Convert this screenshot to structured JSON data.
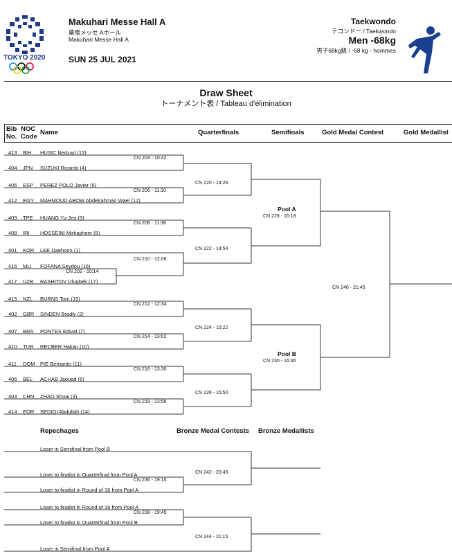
{
  "header": {
    "venue": "Makuhari Messe Hall A",
    "venue_jp": "幕張メッセ Aホール",
    "venue_sub": "Makuhari Messe Hall A",
    "date": "SUN 25 JUL 2021",
    "logo_text": "TOKYO 2020",
    "sport": "Taekwondo",
    "sport_sub": "テコンドー / Taekwondo",
    "event": "Men -68kg",
    "event_sub": "男子68kg級 / -68 kg - hommes"
  },
  "sheet": {
    "title": "Draw Sheet",
    "subtitle": "トーナメント表 / Tableau d'élimination"
  },
  "columns": {
    "bib_line1": "Bib",
    "bib_line2": "No.",
    "noc_line1": "NOC",
    "noc_line2": "Code",
    "name": "Name",
    "quarterfinals": "Quarterfinals",
    "semifinals": "Semifinals",
    "gold_contest": "Gold Medal Contest",
    "gold_medallist": "Gold Medallist"
  },
  "athletes": [
    {
      "bib": "413",
      "noc": "BIH",
      "name": "HUSIC Nedzad (13)"
    },
    {
      "bib": "404",
      "noc": "JPN",
      "name": "SUZUKI Ricardo (4)"
    },
    {
      "bib": "405",
      "noc": "ESP",
      "name": "PEREZ POLO Javier (5)"
    },
    {
      "bib": "412",
      "noc": "EGY",
      "name": "MAHMOUD ABOW Abdelrahman Wael (12)"
    },
    {
      "bib": "409",
      "noc": "TPE",
      "name": "HUANG Yu-Jen (9)"
    },
    {
      "bib": "408",
      "noc": "IRI",
      "name": "HOSSEINI Mirhashem (8)"
    },
    {
      "bib": "401",
      "noc": "KOR",
      "name": "LEE Daehoon (1)"
    },
    {
      "bib": "416",
      "noc": "MLI",
      "name": "FOFANA Seydou (16)"
    },
    {
      "bib": "417",
      "noc": "UZB",
      "name": "RASHITOV Ulugbek (17)"
    },
    {
      "bib": "415",
      "noc": "NZL",
      "name": "BURNS Tom (15)"
    },
    {
      "bib": "402",
      "noc": "GBR",
      "name": "SINDEN Bradly (2)"
    },
    {
      "bib": "407",
      "noc": "BRA",
      "name": "PONTES Edival (7)"
    },
    {
      "bib": "410",
      "noc": "TUR",
      "name": "RECBER Hakan (10)"
    },
    {
      "bib": "411",
      "noc": "DOM",
      "name": "PIE Bernardo (11)"
    },
    {
      "bib": "406",
      "noc": "BEL",
      "name": "ACHAB Jaouad (6)"
    },
    {
      "bib": "403",
      "noc": "CHN",
      "name": "ZHAO Shuai (3)"
    },
    {
      "bib": "414",
      "noc": "EOR",
      "name": "SEDIQI Abdullah (14)"
    }
  ],
  "contests": {
    "r16": [
      "CN 204 - 10:42",
      "CN 206 - 11:10",
      "CN 208 - 11:38",
      "CN 210 - 12:06",
      "CN 202 - 10:14",
      "CN 212 - 12:34",
      "CN 214 - 13:02",
      "CN 216 - 13:30",
      "CN 218 - 13:58"
    ],
    "qf": [
      "CN 220 - 14:26",
      "CN 222 - 14:54",
      "CN 224 - 15:22",
      "CN 226 - 15:50"
    ],
    "sf": [
      "CN 228 - 16:18",
      "CN 230 - 16:46"
    ],
    "final": "CN 246 - 21:45"
  },
  "pools": [
    "Pool A",
    "Pool B"
  ],
  "repechage": {
    "h_repechages": "Repechages",
    "h_bronze_contests": "Bronze Medal Contests",
    "h_bronze_medallists": "Bronze Medallists",
    "entries": [
      "Loser in Semifinal from Pool B",
      "Loser to finalist in Quarterfinal from Pool A",
      "Loser to finalist in Round of 16 from Pool A",
      "Loser to finalist in Round of 16 from Pool A",
      "Loser to finalist in Quarterfinal from Pool B",
      "Loser in Semifinal from Pool A"
    ],
    "contests": [
      "CN 236 - 19:15",
      "CN 242 - 20:45",
      "CN 238 - 19:45",
      "CN 244 - 21:15"
    ]
  }
}
